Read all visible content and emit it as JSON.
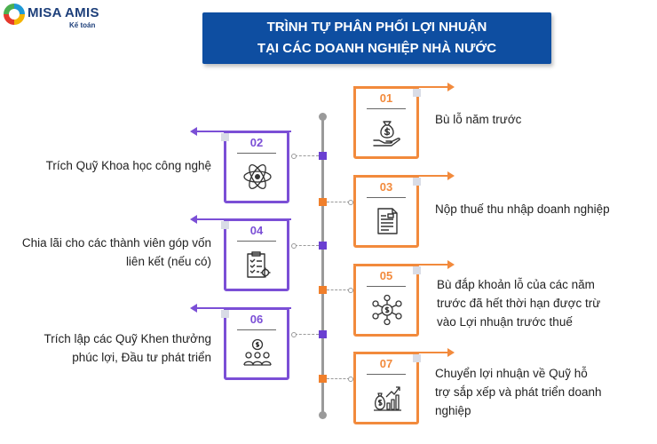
{
  "brand": {
    "name": "MISA AMIS",
    "sub": "Kế toán"
  },
  "title": {
    "line1": "TRÌNH TỰ PHÂN PHỐI LỢI NHUẬN",
    "line2": "TẠI CÁC DOANH NGHIỆP NHÀ NƯỚC"
  },
  "colors": {
    "title_bg": "#0e4ea1",
    "orange": "#f28a3c",
    "purple": "#7b4fd6",
    "timeline": "#9a9a9a"
  },
  "steps": [
    {
      "num": "01",
      "text": "Bù lỗ năm trước",
      "icon": "money-bag-hand-icon"
    },
    {
      "num": "02",
      "text": "Trích Quỹ Khoa học công nghệ",
      "icon": "atom-icon"
    },
    {
      "num": "03",
      "text": "Nộp thuế thu nhập doanh nghiệp",
      "icon": "tax-document-icon"
    },
    {
      "num": "04",
      "text_l1": "Chia lãi cho các thành viên góp vốn",
      "text_l2": "liên kết (nếu có)",
      "icon": "clipboard-gear-icon"
    },
    {
      "num": "05",
      "text_l1": "Bù đắp khoản lỗ của các năm",
      "text_l2": "trước đã hết thời hạn được trừ",
      "text_l3": "vào Lợi nhuận trước thuế",
      "icon": "money-network-icon"
    },
    {
      "num": "06",
      "text_l1": "Trích lập các Quỹ Khen thưởng",
      "text_l2": "phúc lợi, Đầu tư phát triển",
      "icon": "team-fund-icon"
    },
    {
      "num": "07",
      "text_l1": "Chuyển lợi nhuận về Quỹ hỗ",
      "text_l2": "trợ sắp xếp và phát triển doanh",
      "text_l3": "nghiệp",
      "icon": "money-growth-chart-icon"
    }
  ]
}
